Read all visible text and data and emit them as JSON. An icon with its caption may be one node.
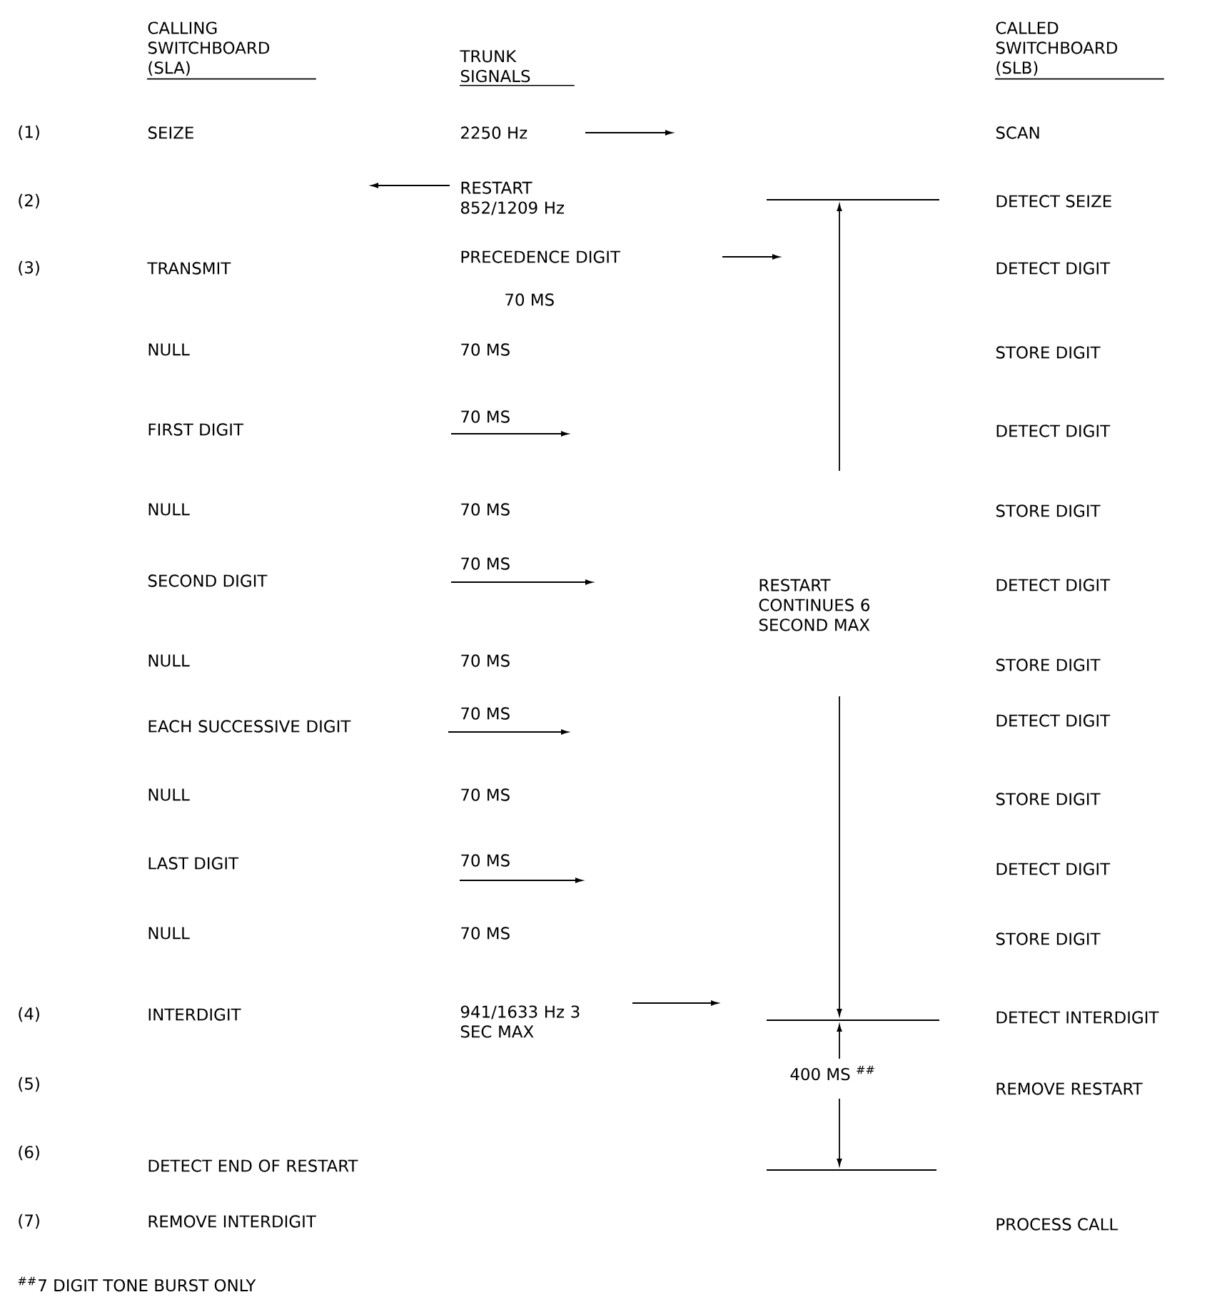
{
  "diagram": {
    "labels": [
      "CALLING SWITCHBOARD (SLA)",
      "TRUNK SIGNALS",
      "CALLED SWITCHBOARD (SLB)",
      "(1)",
      "SEIZE",
      "2250 Hz",
      "SCAN",
      "(2)",
      "RESTART 852/1209 Hz",
      "DETECT SEIZE",
      "(3)",
      "TRANSMIT",
      "PRECEDENCE DIGIT",
      "DETECT DIGIT",
      "70 MS",
      "NULL",
      "70 MS",
      "STORE DIGIT",
      "FIRST DIGIT",
      "70 MS",
      "DETECT DIGIT",
      "NULL",
      "70 MS",
      "STORE DIGIT",
      "SECOND DIGIT",
      "70 MS",
      "RESTART CONTINUES 6 SECOND MAX",
      "DETECT DIGIT",
      "NULL",
      "70 MS",
      "STORE DIGIT",
      "EACH SUCCESSIVE DIGIT",
      "70 MS",
      "DETECT DIGIT",
      "NULL",
      "70 MS",
      "STORE DIGIT",
      "LAST DIGIT",
      "70 MS",
      "DETECT DIGIT",
      "NULL",
      "70 MS",
      "STORE DIGIT",
      "(4)",
      "INTERDIGIT",
      "941/1633 Hz 3 SEC MAX",
      "DETECT INTERDIGIT",
      "(5)",
      "400 MS $^{##}$",
      "REMOVE RESTART",
      "(6)",
      "DETECT END OF RESTART",
      "(7)",
      "REMOVE INTERDIGIT",
      "PROCESS CALL",
      "$^{##}$7 DIGIT TONE BURST ONLY"
    ]
  }
}
